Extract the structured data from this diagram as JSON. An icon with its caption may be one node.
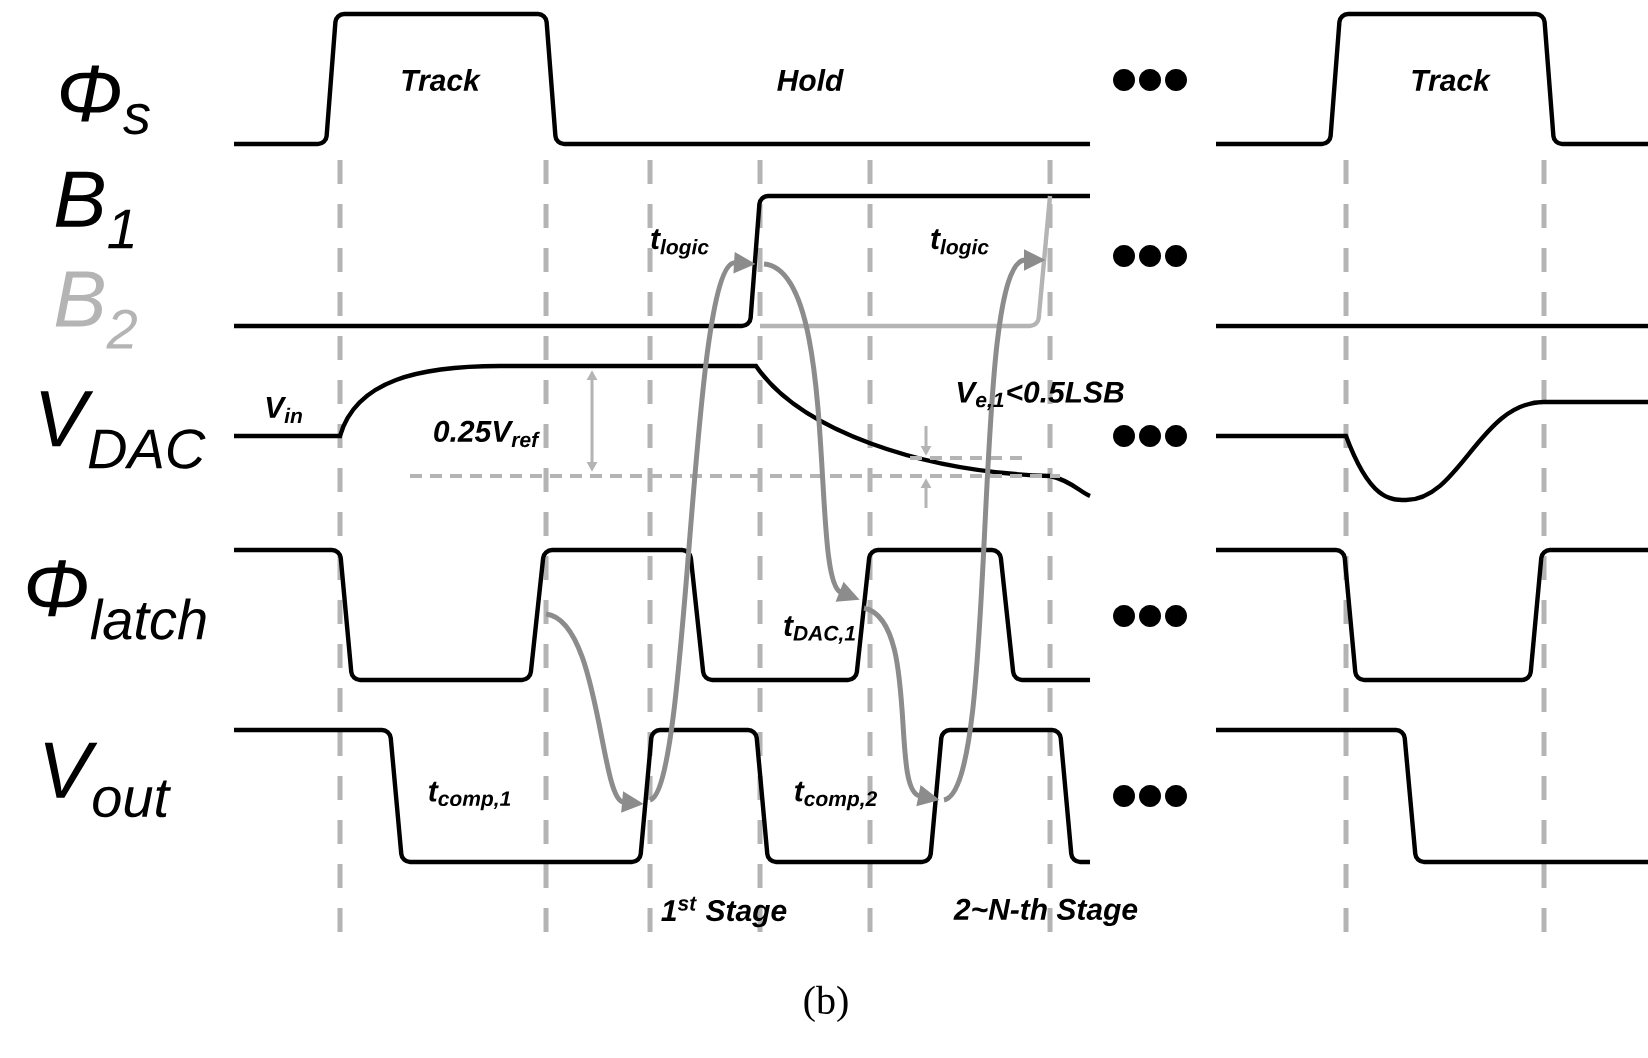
{
  "diagram": {
    "caption": "(b)",
    "labels": [
      "Φ$_{s}$",
      "Track",
      "Hold",
      "Track",
      "B$_{1}$",
      "t$_{logic}$",
      "t$_{logic}$",
      "B$_{2}$",
      "V$_{DAC}$",
      "V$_{in}$",
      "V$_{e,1}$<0.5LSB",
      "0.25V$_{ref}$",
      "Φ$_{latch}$",
      "t$_{DAC,1}$",
      "V$_{out}$",
      "t$_{comp,1}$",
      "t$_{comp,2}$",
      "1$^{st}$ Stage",
      "2~N-th Stage"
    ]
  }
}
